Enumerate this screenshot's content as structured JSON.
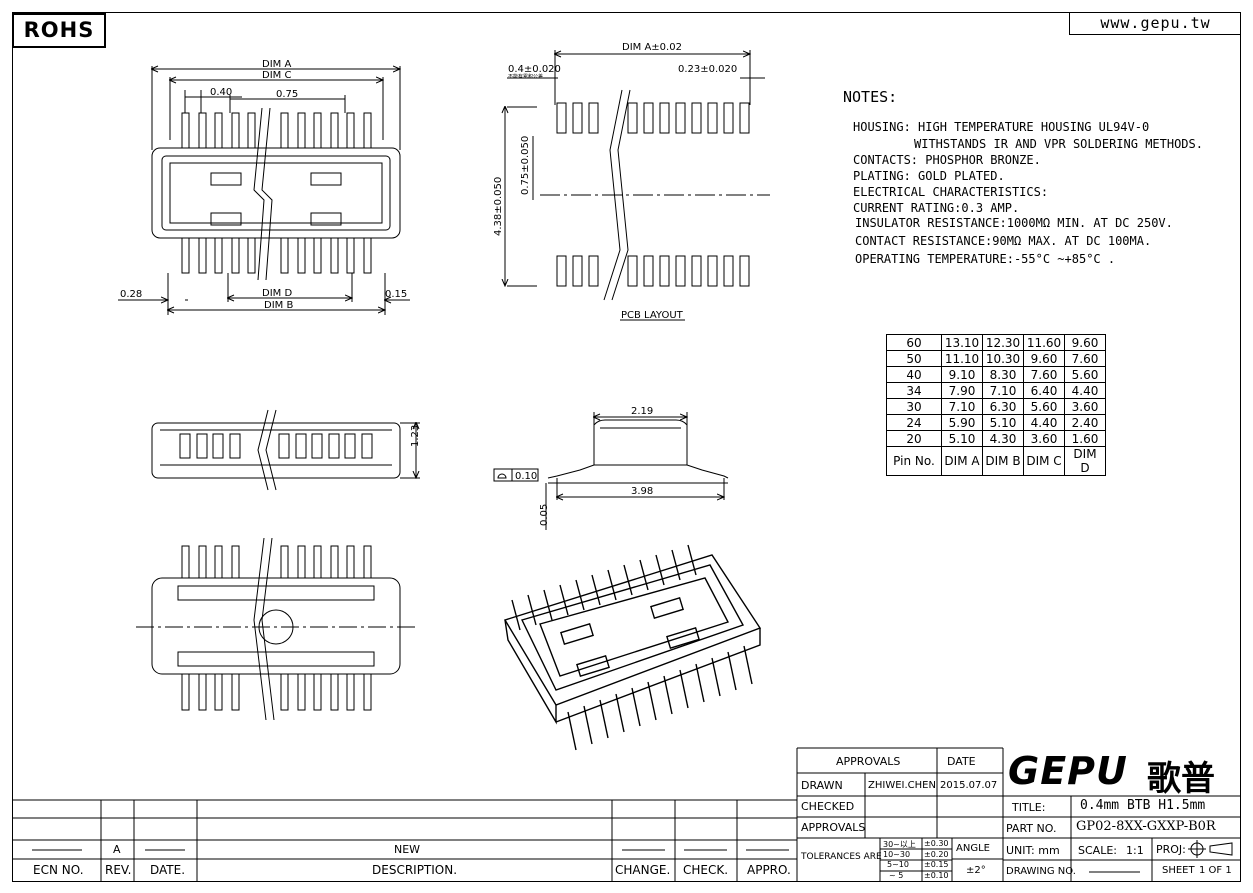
{
  "header": {
    "rohs": "ROHS",
    "website": "www.gepu.tw"
  },
  "drawing_labels": {
    "dim_a": "DIM A",
    "dim_c": "DIM C",
    "pitch": "0.40",
    "dim_075": "0.75",
    "dim_028": "0.28",
    "dim_d": "DIM D",
    "dim_015": "0.15",
    "dim_b": "DIM B",
    "pcb_pad": "0.4±0.020",
    "pcb_note": "不能有累积公差",
    "pcb_dim_a": "DIM A±0.02",
    "pcb_023": "0.23±0.020",
    "pcb_075": "0.75±0.050",
    "pcb_438": "4.38±0.050",
    "pcb_layout": "PCB LAYOUT",
    "side_123": "1.23",
    "side_219": "2.19",
    "side_010": "0.10",
    "side_398": "3.98",
    "side_005": "0.05"
  },
  "notes": {
    "title": "NOTES:",
    "lines": [
      "HOUSING: HIGH TEMPERATURE HOUSING UL94V-0",
      "WITHSTANDS IR AND VPR SOLDERING METHODS.",
      "CONTACTS: PHOSPHOR BRONZE.",
      "PLATING: GOLD PLATED.",
      "ELECTRICAL CHARACTERISTICS:",
      "CURRENT RATING:0.3 AMP.",
      "INSULATOR RESISTANCE:1000MΩ MIN. AT DC 250V.",
      "CONTACT RESISTANCE:90MΩ MAX. AT DC 100MA.",
      "OPERATING TEMPERATURE:-55°C ~+85°C ."
    ]
  },
  "dim_table": {
    "headers": [
      "Pin No.",
      "DIM A",
      "DIM B",
      "DIM C",
      "DIM D"
    ],
    "rows": [
      [
        "60",
        "13.10",
        "12.30",
        "11.60",
        "9.60"
      ],
      [
        "50",
        "11.10",
        "10.30",
        "9.60",
        "7.60"
      ],
      [
        "40",
        "9.10",
        "8.30",
        "7.60",
        "5.60"
      ],
      [
        "34",
        "7.90",
        "7.10",
        "6.40",
        "4.40"
      ],
      [
        "30",
        "7.10",
        "6.30",
        "5.60",
        "3.60"
      ],
      [
        "24",
        "5.90",
        "5.10",
        "4.40",
        "2.40"
      ],
      [
        "20",
        "5.10",
        "4.30",
        "3.60",
        "1.60"
      ]
    ]
  },
  "revision_block": {
    "rev": "A",
    "description": "NEW",
    "headers": {
      "ecn": "ECN NO.",
      "rev": "REV.",
      "date": "DATE.",
      "description": "DESCRIPTION.",
      "change": "CHANGE.",
      "check": "CHECK.",
      "appro": "APPRO."
    }
  },
  "title_block": {
    "approvals_header": "APPROVALS",
    "date_header": "DATE",
    "drawn_label": "DRAWN",
    "drawn_by": "ZHIWEI.CHEN",
    "drawn_date": "2015.07.07",
    "checked_label": "CHECKED",
    "approvals_label": "APPROVALS",
    "tolerances_label": "TOLERANCES ARE",
    "tol_ranges": [
      "30~以上",
      "10~30",
      "5~10",
      "~ 5"
    ],
    "tol_values": [
      "±0.30",
      "±0.20",
      "±0.15",
      "±0.10"
    ],
    "angle_label": "ANGLE",
    "angle_value": "±2°",
    "logo_latin": "GEPU",
    "logo_cjk": "歌普",
    "title_label": "TITLE:",
    "title_value": "0.4mm BTB H1.5mm",
    "part_label": "PART NO.",
    "part_value": "GP02-8XX-GXXP-B0R",
    "unit_label": "UNIT: mm",
    "scale_label": "SCALE:",
    "scale_value": "1:1",
    "proj_label": "PROJ:",
    "drawing_label": "DRAWING NO.",
    "sheet_label": "SHEET",
    "sheet_value": "1 OF 1"
  },
  "colors": {
    "line": "#000000",
    "background": "#ffffff"
  }
}
